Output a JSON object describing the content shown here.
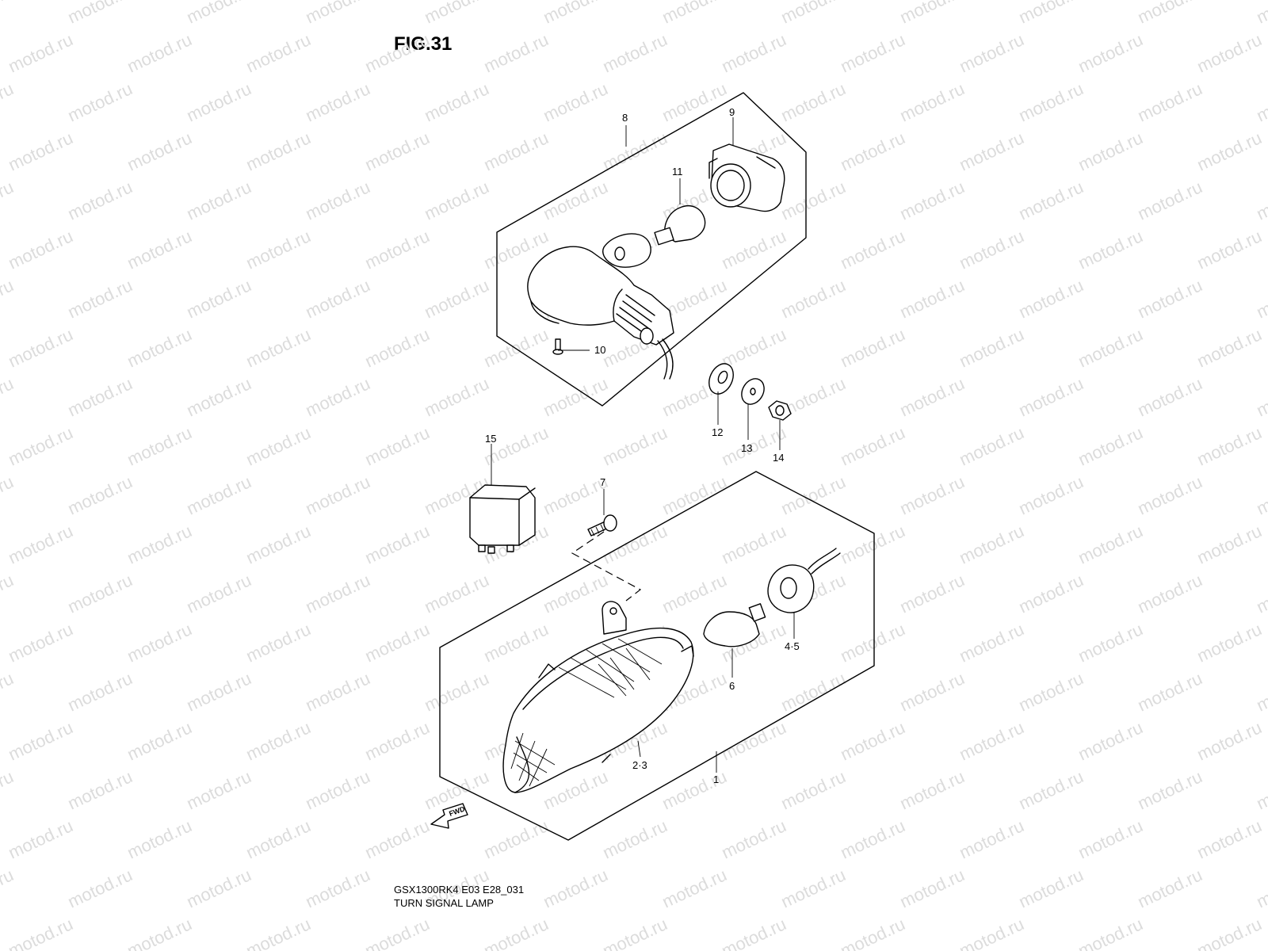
{
  "figure_title": "FIG.31",
  "watermark_text": "motod.ru",
  "callouts": {
    "c1": "1",
    "c2_3": "2·3",
    "c4_5": "4·5",
    "c6": "6",
    "c7": "7",
    "c8": "8",
    "c9": "9",
    "c10": "10",
    "c11": "11",
    "c12": "12",
    "c13": "13",
    "c14": "14",
    "c15": "15"
  },
  "fwd_arrow_label": "FWD",
  "footer": {
    "model_code": "GSX1300RK4 E03 E28_031",
    "section_name": "TURN SIGNAL LAMP"
  },
  "colors": {
    "line": "#000000",
    "background": "#ffffff",
    "watermark": "#dcdcdc"
  }
}
